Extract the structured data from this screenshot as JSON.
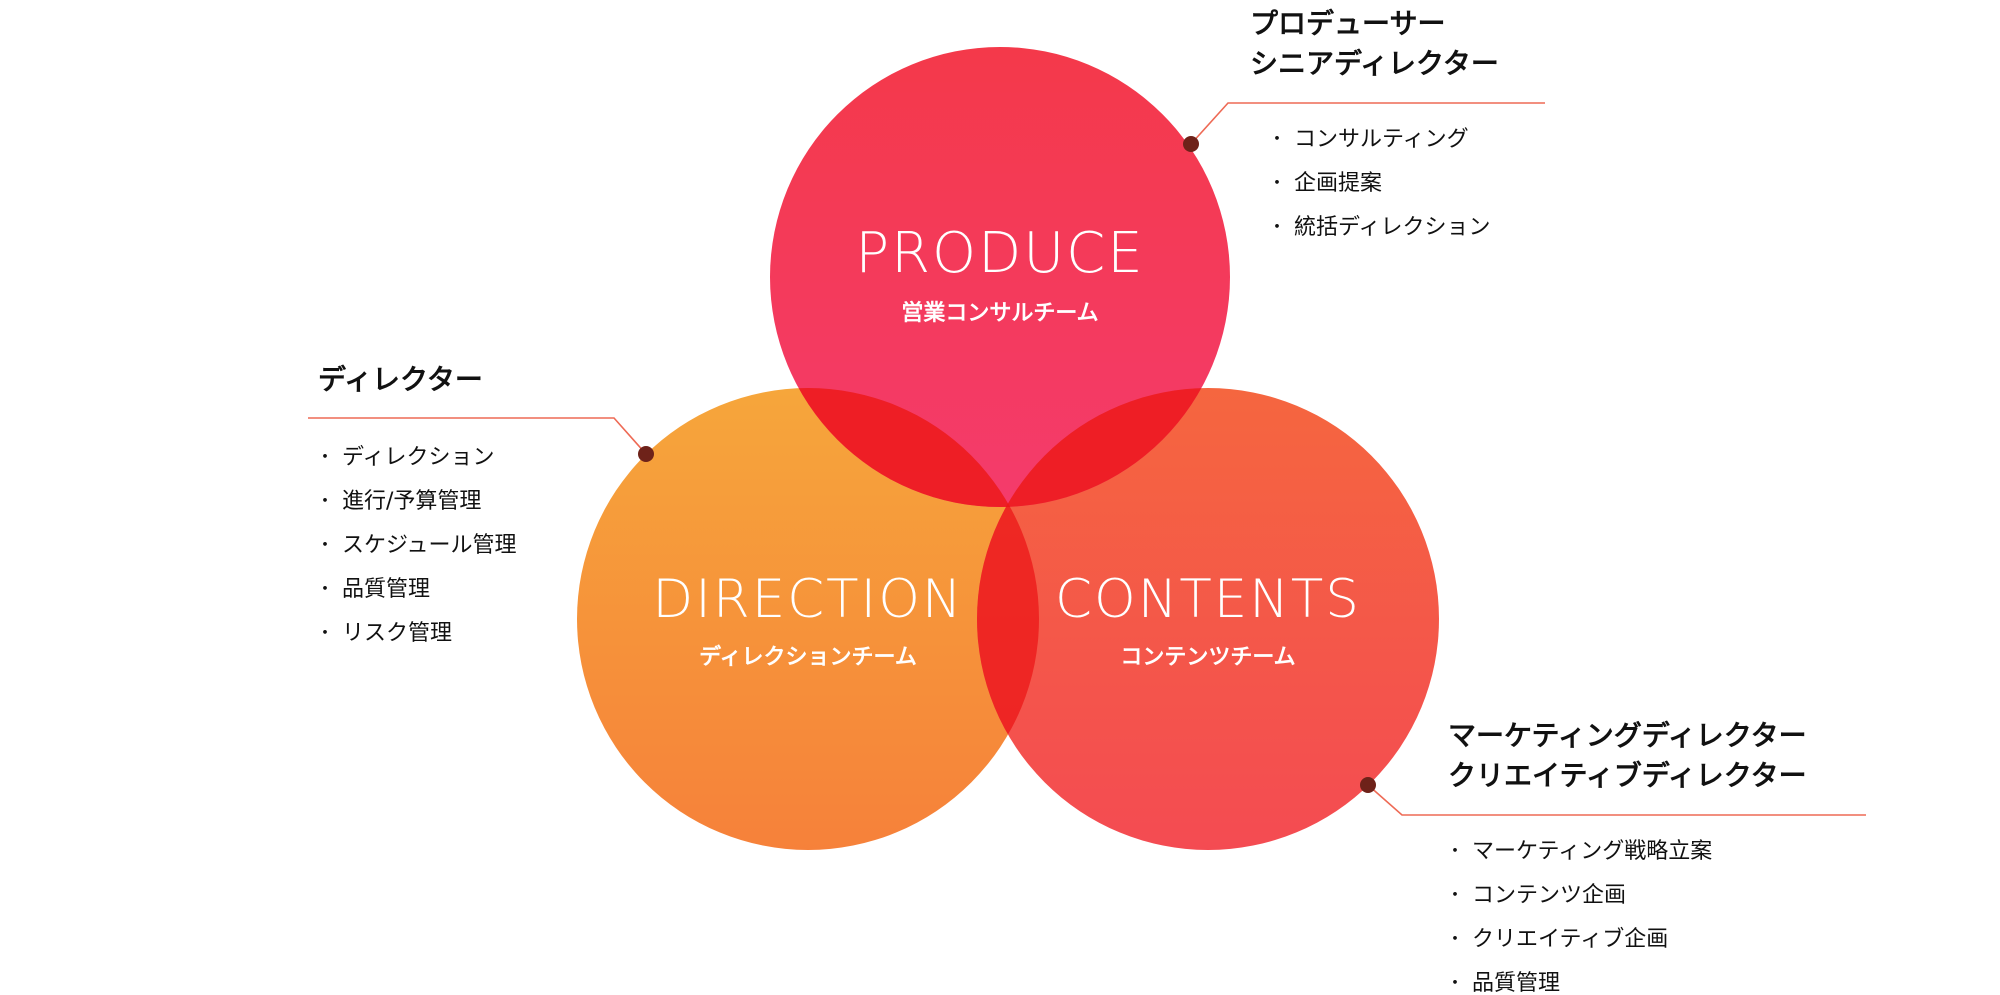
{
  "colors": {
    "connector_line": "#ee6a55",
    "connector_dot": "#6e2219",
    "produce_gradient": [
      "#f4394a",
      "#f43b6c"
    ],
    "direction_gradient": [
      "#f6a63b",
      "#f6813a"
    ],
    "contents_gradient": [
      "#f5663f",
      "#f44b52"
    ],
    "overlap": "#ec1a1a"
  },
  "circles": {
    "produce": {
      "title": "PRODUCE",
      "subtitle": "営業コンサルチーム"
    },
    "direction": {
      "title": "DIRECTION",
      "subtitle": "ディレクションチーム"
    },
    "contents": {
      "title": "CONTENTS",
      "subtitle": "コンテンツチーム"
    }
  },
  "roles": {
    "produce": {
      "heading": [
        "プロデューサー",
        "シニアディレクター"
      ],
      "items": [
        "コンサルティング",
        "企画提案",
        "統括ディレクション"
      ]
    },
    "direction": {
      "heading": [
        "ディレクター"
      ],
      "items": [
        "ディレクション",
        "進行/予算管理",
        "スケジュール管理",
        "品質管理",
        "リスク管理"
      ]
    },
    "contents": {
      "heading": [
        "マーケティングディレクター",
        "クリエイティブディレクター"
      ],
      "items": [
        "マーケティング戦略立案",
        "コンテンツ企画",
        "クリエイティブ企画",
        "品質管理"
      ]
    }
  },
  "bullet_symbol": "・"
}
